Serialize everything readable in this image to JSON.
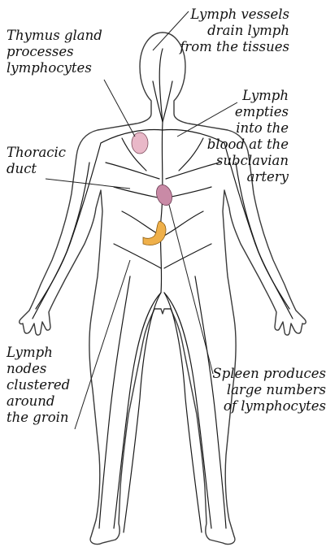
{
  "colors": {
    "outline": "#3a3a3a",
    "vessel": "#1a1a1a",
    "thymus": "#e9b8c8",
    "spleen": "#c98aa6",
    "pancreas": "#efb04a",
    "leader": "#222222"
  },
  "labels": {
    "lymph_vessels": "Lymph vessels\ndrain lymph\nfrom the tissues",
    "thymus": "Thymus gland\nprocesses\nlymphocytes",
    "lymph_empties": "Lymph\nempties\ninto the\nblood at the\nsubclavian\nartery",
    "thoracic_duct": "Thoracic\nduct",
    "lymph_nodes": "Lymph\nnodes\nclustered\naround\nthe groin",
    "spleen": "Spleen produces\nlarge numbers\nof lymphocytes"
  }
}
